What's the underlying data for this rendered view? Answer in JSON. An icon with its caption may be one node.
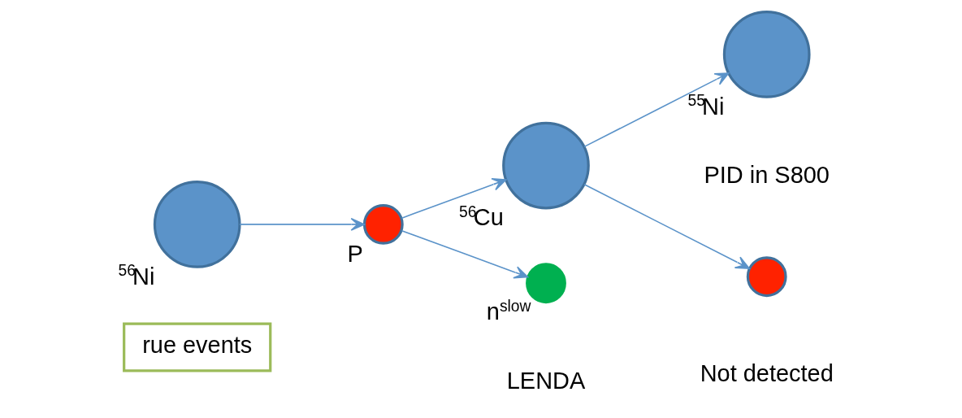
{
  "diagram": {
    "nodes": [
      {
        "text": [
          "rue events"
        ]
      },
      {
        "text": [
          "$^{56}$Ni"
        ]
      },
      {
        "text": [
          "P"
        ]
      },
      {
        "text": [
          "$^{56}$Cu"
        ]
      },
      {
        "text": [
          "$^{55}$Ni"
        ],
        "beside": [
          "PID in S800"
        ]
      },
      {
        "text": [],
        "shape": "circle",
        "beside": [
          "Not detected"
        ]
      },
      {
        "text": [
          "n$^{slow}$"
        ],
        "beside": [
          "LENDA"
        ]
      }
    ],
    "edges": [
      {
        "from": 1,
        "to": 2,
        "arrow": "to"
      },
      {
        "from": 2,
        "to": 3,
        "arrow": "to"
      },
      {
        "from": 3,
        "to": 4,
        "arrow": "to"
      },
      {
        "from": 3,
        "to": 5,
        "arrow": "to"
      },
      {
        "from": 2,
        "to": 6,
        "arrow": "to"
      }
    ]
  }
}
